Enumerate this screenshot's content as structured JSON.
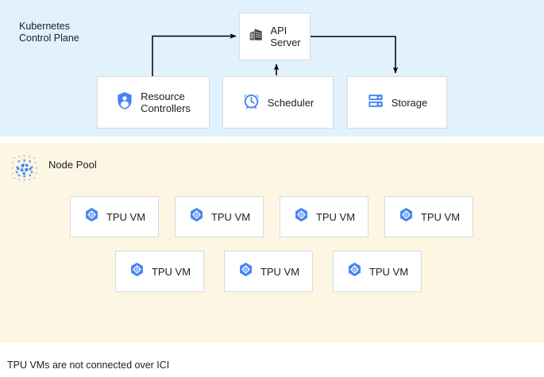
{
  "colors": {
    "control_plane_bg": "#e1f2fd",
    "node_pool_bg": "#fdf6e3",
    "box_bg": "#ffffff",
    "box_border": "#d6d9dd",
    "accent_blue": "#4285f4",
    "icon_dark": "#3c4043",
    "connector": "#000000",
    "text": "#202124"
  },
  "control_plane": {
    "title": "Kubernetes\nControl Plane",
    "nodes": [
      {
        "id": "api-server",
        "label": "API\nServer",
        "icon": "building-icon"
      },
      {
        "id": "resource-controllers",
        "label": "Resource\nControllers",
        "icon": "shield-person-icon"
      },
      {
        "id": "scheduler",
        "label": "Scheduler",
        "icon": "alarm-clock-icon"
      },
      {
        "id": "storage",
        "label": "Storage",
        "icon": "server-rack-icon"
      }
    ],
    "connections": [
      {
        "from": "resource-controllers",
        "to": "api-server",
        "direction": "up-right"
      },
      {
        "from": "scheduler",
        "to": "api-server",
        "direction": "up"
      },
      {
        "from": "api-server",
        "to": "storage",
        "direction": "right-down"
      }
    ]
  },
  "node_pool": {
    "title": "Node Pool",
    "icon": "node-pool-dot-grid-icon",
    "rows": [
      {
        "vms": [
          {
            "label": "TPU VM",
            "icon": "tpu-hexagon-icon"
          },
          {
            "label": "TPU VM",
            "icon": "tpu-hexagon-icon"
          },
          {
            "label": "TPU VM",
            "icon": "tpu-hexagon-icon"
          },
          {
            "label": "TPU VM",
            "icon": "tpu-hexagon-icon"
          }
        ]
      },
      {
        "vms": [
          {
            "label": "TPU VM",
            "icon": "tpu-hexagon-icon"
          },
          {
            "label": "TPU VM",
            "icon": "tpu-hexagon-icon"
          },
          {
            "label": "TPU VM",
            "icon": "tpu-hexagon-icon"
          }
        ]
      }
    ]
  },
  "caption": "TPU VMs are not connected over ICI"
}
